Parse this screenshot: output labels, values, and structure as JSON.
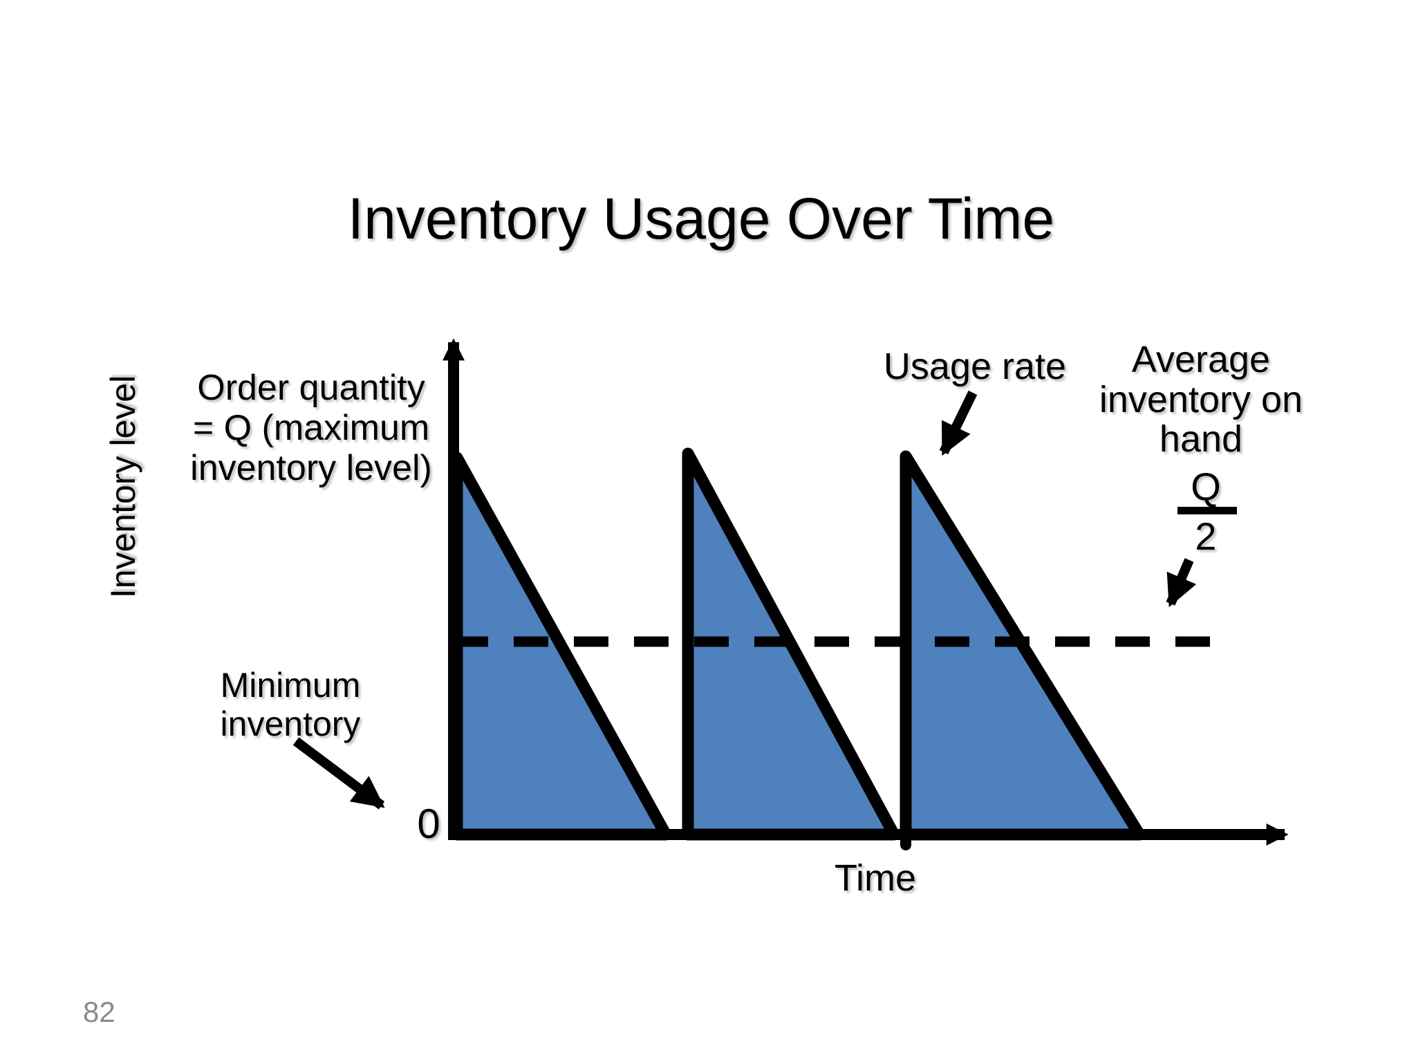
{
  "slide": {
    "title": "Inventory Usage Over Time",
    "page_number": "82"
  },
  "colors": {
    "triangle_fill": "#4E81BD",
    "stroke": "#000000",
    "page_number_gray": "#8A8A8A",
    "background": "#FFFFFF"
  },
  "chart": {
    "y_axis_label": "Inventory level",
    "x_axis_label": "Time",
    "origin_label": "0",
    "annotations": {
      "order_quantity_lines": [
        "Order quantity",
        "= Q (maximum",
        "inventory level)"
      ],
      "usage_rate": "Usage rate",
      "average_inventory_lines": [
        "Average",
        "inventory on",
        "hand"
      ],
      "fraction_numerator": "Q",
      "fraction_denominator": "2",
      "minimum_inventory_lines": [
        "Minimum",
        "inventory"
      ]
    }
  },
  "chart_data": {
    "type": "line",
    "title": "Inventory Usage Over Time",
    "xlabel": "Time",
    "ylabel": "Inventory level",
    "description": "Sawtooth EOQ inventory pattern: three identical cycles; inventory jumps to order quantity Q at each replenishment and depletes linearly at a constant usage rate to the minimum inventory of 0.",
    "series": [
      {
        "name": "Inventory level (in units of Q)",
        "x": [
          0,
          1,
          1,
          2,
          2,
          3
        ],
        "y": [
          1,
          0,
          1,
          0,
          1,
          0
        ]
      }
    ],
    "reference_lines": [
      {
        "label": "Average inventory on hand = Q/2",
        "y": 0.5,
        "style": "dashed"
      }
    ],
    "annotations": [
      "Order quantity = Q (maximum inventory level)",
      "Usage rate (slope of depletion line)",
      "Minimum inventory = 0",
      "Average inventory on hand Q/2 (dashed line)"
    ],
    "ylim": [
      0,
      1
    ],
    "grid": false,
    "legend_position": "none"
  }
}
